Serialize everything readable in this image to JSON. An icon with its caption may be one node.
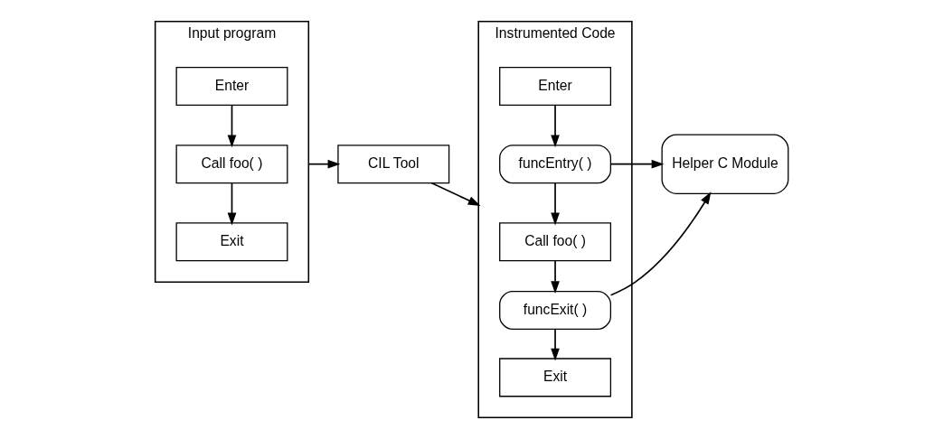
{
  "diagram": {
    "nodes": [
      {
        "text": [
          "Input program"
        ]
      },
      {
        "text": [
          "Enter"
        ],
        "in": 0
      },
      {
        "text": [
          "Call foo( )"
        ],
        "in": 0
      },
      {
        "text": [
          "Exit"
        ],
        "in": 0
      },
      {
        "text": [
          "CIL Tool"
        ]
      },
      {
        "text": [
          "Instrumented Code"
        ]
      },
      {
        "text": [
          "Enter"
        ],
        "in": 5
      },
      {
        "text": [
          "funcEntry( )"
        ],
        "in": 5
      },
      {
        "text": [
          "Call foo( )"
        ],
        "in": 5
      },
      {
        "text": [
          "funcExit( )"
        ],
        "in": 5
      },
      {
        "text": [
          "Exit"
        ],
        "in": 5
      },
      {
        "text": [
          "Helper C Module"
        ]
      }
    ],
    "edges": [
      {
        "from": 1,
        "to": 2,
        "arrow": "to"
      },
      {
        "from": 2,
        "to": 3,
        "arrow": "to"
      },
      {
        "from": 0,
        "to": 4,
        "arrow": "to"
      },
      {
        "from": 4,
        "to": 5,
        "arrow": "to"
      },
      {
        "from": 6,
        "to": 7,
        "arrow": "to"
      },
      {
        "from": 7,
        "to": 8,
        "arrow": "to"
      },
      {
        "from": 8,
        "to": 9,
        "arrow": "to"
      },
      {
        "from": 9,
        "to": 10,
        "arrow": "to"
      },
      {
        "from": 7,
        "to": 11,
        "arrow": "to"
      },
      {
        "from": 9,
        "to": 11,
        "arrow": "to"
      }
    ]
  }
}
